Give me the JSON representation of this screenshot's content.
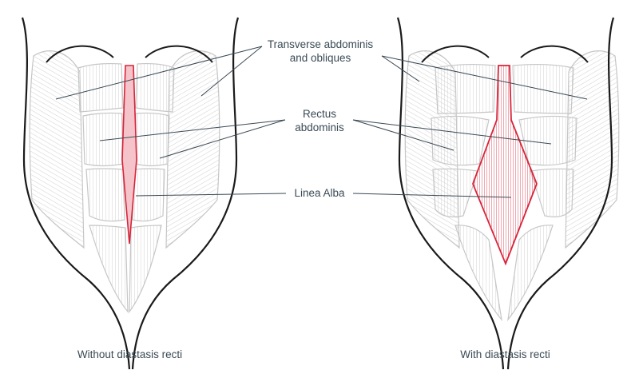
{
  "labels": {
    "transverse_line1": "Transverse abdominis",
    "transverse_line2": "and obliques",
    "rectus_line1": "Rectus",
    "rectus_line2": "abdominis",
    "linea_alba": "Linea Alba"
  },
  "captions": {
    "left": "Without diastasis recti",
    "right": "With diastasis recti"
  },
  "colors": {
    "outline": "#1a1a1a",
    "muscle_stroke": "#c6c6c6",
    "muscle_fill": "#f3f3f3",
    "linea_alba": "#d8243a",
    "linea_alba_fill": "#f4c4ca",
    "leader": "#3a4a55"
  }
}
